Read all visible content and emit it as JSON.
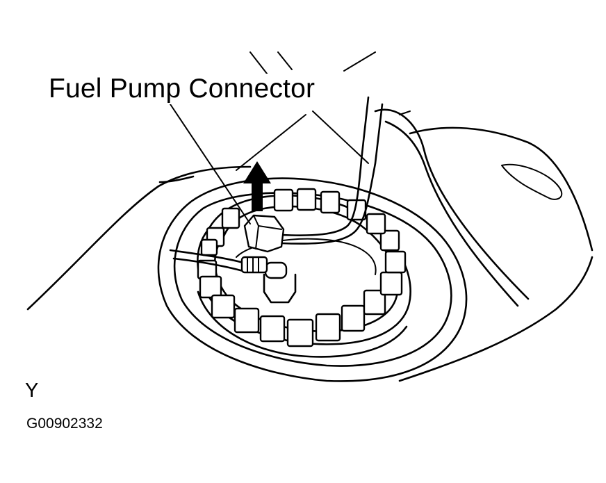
{
  "diagram": {
    "callout_label": "Fuel Pump Connector",
    "view_letter": "Y",
    "figure_code": "G00902332"
  },
  "colors": {
    "ink": "#000000",
    "paper": "#ffffff"
  },
  "icons": {
    "removal_direction": "up-arrow-icon"
  }
}
